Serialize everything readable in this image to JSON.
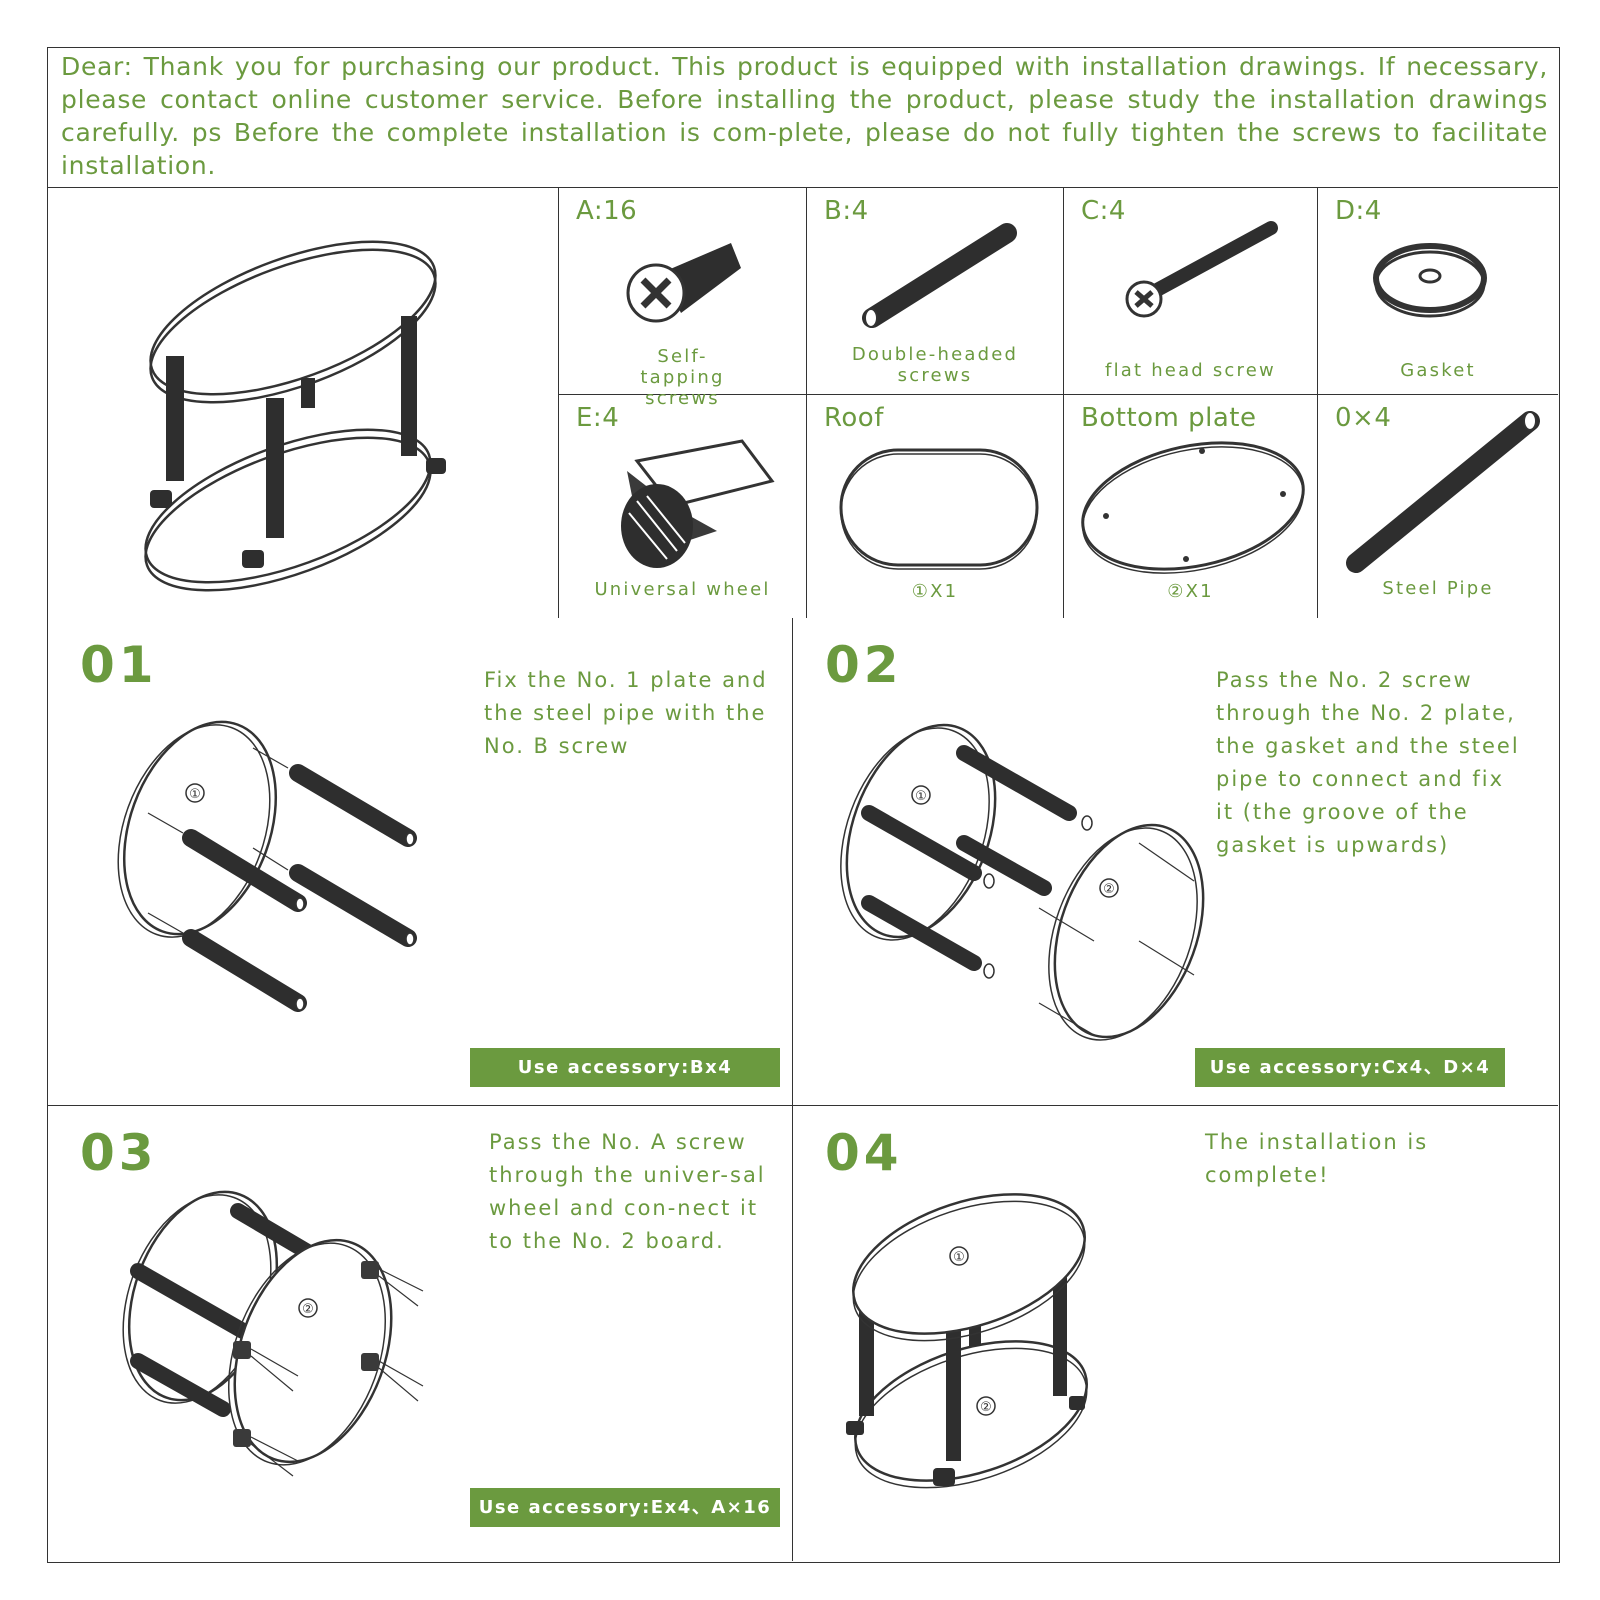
{
  "intro": {
    "text": "Dear: Thank you for purchasing our product. This product is equipped with  installation drawings. If necessary, please contact online customer service. Before installing the product, please study the installation drawings carefully. ps Before the complete installation is com-plete, please do not fully tighten the screws to facilitate installation."
  },
  "parts": [
    {
      "code": "A:16",
      "name": "Self-tapping screws",
      "icon": "self-tapping-screw-icon"
    },
    {
      "code": "B:4",
      "name": "Double-headed screws",
      "icon": "double-headed-screw-icon"
    },
    {
      "code": "C:4",
      "name": "flat head screw",
      "icon": "flat-head-screw-icon"
    },
    {
      "code": "D:4",
      "name": "Gasket",
      "icon": "gasket-icon"
    },
    {
      "code": "E:4",
      "name": "Universal wheel",
      "icon": "universal-wheel-icon"
    },
    {
      "code": "Roof",
      "name": "①X1",
      "icon": "roof-plate-icon"
    },
    {
      "code": "Bottom plate",
      "name": "②X1",
      "icon": "bottom-plate-icon"
    },
    {
      "code": "0×4",
      "name": "Steel Pipe",
      "icon": "steel-pipe-icon"
    }
  ],
  "steps": [
    {
      "number": "01",
      "instruction": "Fix the No. 1 plate and the steel pipe with the No. B screw",
      "accessory": "Use accessory:Bx4"
    },
    {
      "number": "02",
      "instruction": "Pass the No. 2 screw through the No. 2 plate, the gasket and the steel pipe to connect and fix it (the groove of the gasket is upwards)",
      "accessory": "Use accessory:Cx4、D×4"
    },
    {
      "number": "03",
      "instruction": "Pass the No. A screw through the univer-sal wheel and con-nect it to the No. 2 board.",
      "accessory": "Use accessory:Ex4、A×16"
    },
    {
      "number": "04",
      "instruction": "The installation is complete!",
      "accessory": ""
    }
  ],
  "diagram_labels": {
    "plate_1": "①",
    "plate_2": "②"
  },
  "colors": {
    "accent_green": "#6b9a3f",
    "line": "#333333"
  }
}
